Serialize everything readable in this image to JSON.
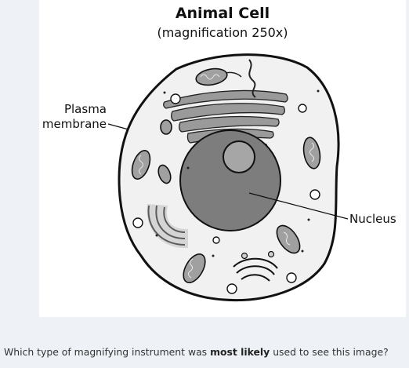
{
  "diagram": {
    "title": "Animal Cell",
    "subtitle": "(magnification 250x)",
    "labels": {
      "plasma_membrane_line1": "Plasma",
      "plasma_membrane_line2": "membrane",
      "nucleus": "Nucleus"
    }
  },
  "question": {
    "before": "Which type of magnifying instrument was ",
    "emphasis": "most likely",
    "after": " used to see this image?"
  }
}
